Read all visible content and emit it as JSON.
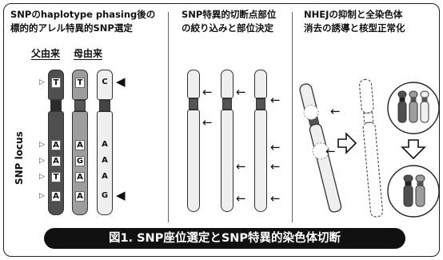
{
  "panels": [
    {
      "title_line1": "SNPのhaplotype phasing後の",
      "title_line2": "標的的アレル特異的SNP選定"
    },
    {
      "title_line1": "SNP特異的切断点部位",
      "title_line2": "の絞り込みと部位決定"
    },
    {
      "title_line1": "NHEJの抑制と全染色体",
      "title_line2": "消去の誘導と核型正常化"
    }
  ],
  "parents": {
    "paternal": "父由来",
    "maternal": "母由来"
  },
  "snp_locus_label": "SNP locus",
  "alleles": {
    "paternal": [
      "T",
      "A",
      "A",
      "T",
      "A"
    ],
    "maternal": [
      "T",
      "A",
      "G",
      "A",
      "A"
    ],
    "target": [
      "C",
      "A",
      "A",
      "A",
      "G"
    ]
  },
  "caption": "図1. SNP座位選定とSNP特異的染色体切断",
  "colors": {
    "paternal": "#4f4f4f",
    "maternal": "#9d9d9d",
    "target": "#efefef",
    "caption_bg": "#111111"
  }
}
